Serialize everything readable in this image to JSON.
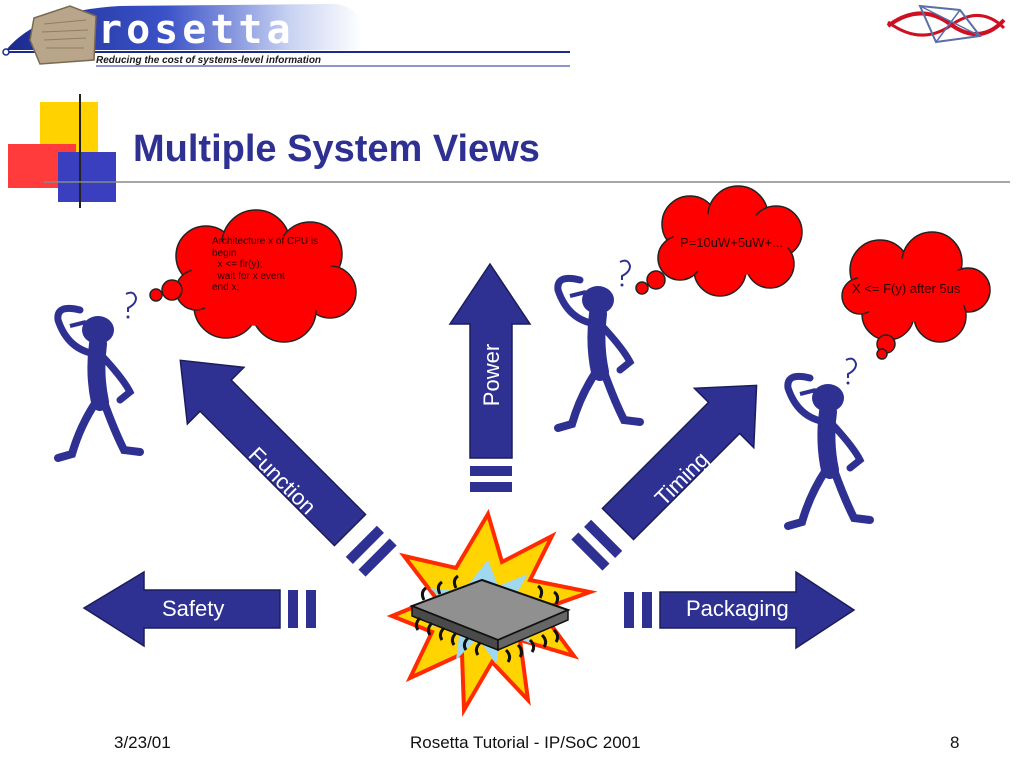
{
  "header": {
    "logo_text": "rosetta",
    "tagline": "Reducing the cost of systems-level information"
  },
  "slide": {
    "title": "Multiple System Views"
  },
  "arrows": {
    "power": "Power",
    "function": "Function",
    "timing": "Timing",
    "safety": "Safety",
    "packaging": "Packaging"
  },
  "clouds": {
    "function_code": "Architecture x of CPU is\nbegin\n  x <= fir(y);\n  wait for x event\nend x;",
    "power_eq": "P=10uW+5uW+...",
    "timing_eq": "X <= F(y) after 5us"
  },
  "footer": {
    "date": "3/23/01",
    "center": "Rosetta Tutorial - IP/SoC 2001",
    "page": "8"
  },
  "colors": {
    "title": "#2e3192",
    "arrow_fill": "#2e3192",
    "cloud_fill": "#ff0000",
    "figure": "#2e3192"
  }
}
